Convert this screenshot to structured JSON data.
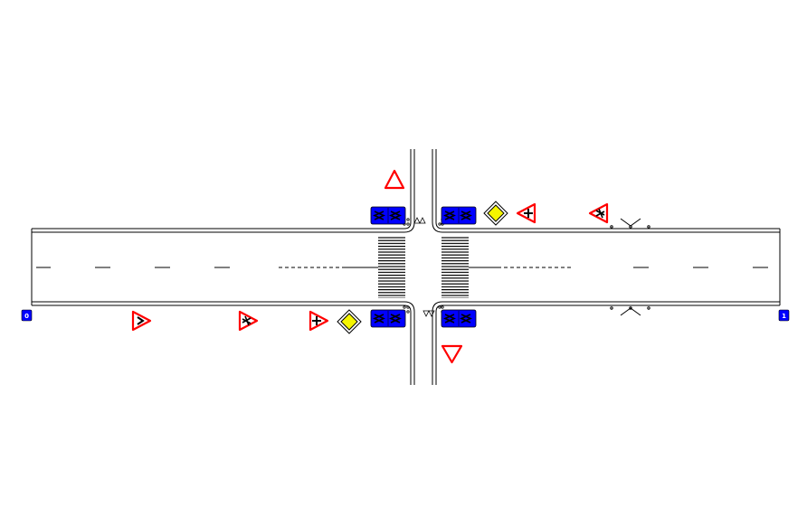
{
  "diagram": {
    "kind": "road intersection scheme",
    "colors": {
      "road_edge": "#000000",
      "warning_sign_border": "#ff0000",
      "priority_sign_fill": "#f5f500",
      "info_sign_fill": "#0000ff",
      "background": "#ffffff"
    },
    "km_markers": {
      "left": "0",
      "right": "1"
    },
    "signs": [
      {
        "id": "yield-north",
        "type": "yield",
        "icon": "give-way-triangle-icon"
      },
      {
        "id": "yield-south",
        "type": "yield",
        "icon": "give-way-triangle-icon"
      },
      {
        "id": "priority-road-east",
        "type": "priority-road",
        "icon": "priority-road-diamond-icon"
      },
      {
        "id": "priority-road-west",
        "type": "priority-road",
        "icon": "priority-road-diamond-icon"
      },
      {
        "id": "crossroad-warning-east",
        "type": "warning",
        "icon": "side-road-warning-icon"
      },
      {
        "id": "crossroad-warning-west",
        "type": "warning",
        "icon": "side-road-warning-icon"
      },
      {
        "id": "bump-warning-east",
        "type": "warning",
        "icon": "uneven-road-warning-icon"
      },
      {
        "id": "bump-warning-west",
        "type": "warning",
        "icon": "uneven-road-warning-icon"
      },
      {
        "id": "chevron-warning-west",
        "type": "warning",
        "icon": "chevron-warning-icon"
      }
    ]
  }
}
